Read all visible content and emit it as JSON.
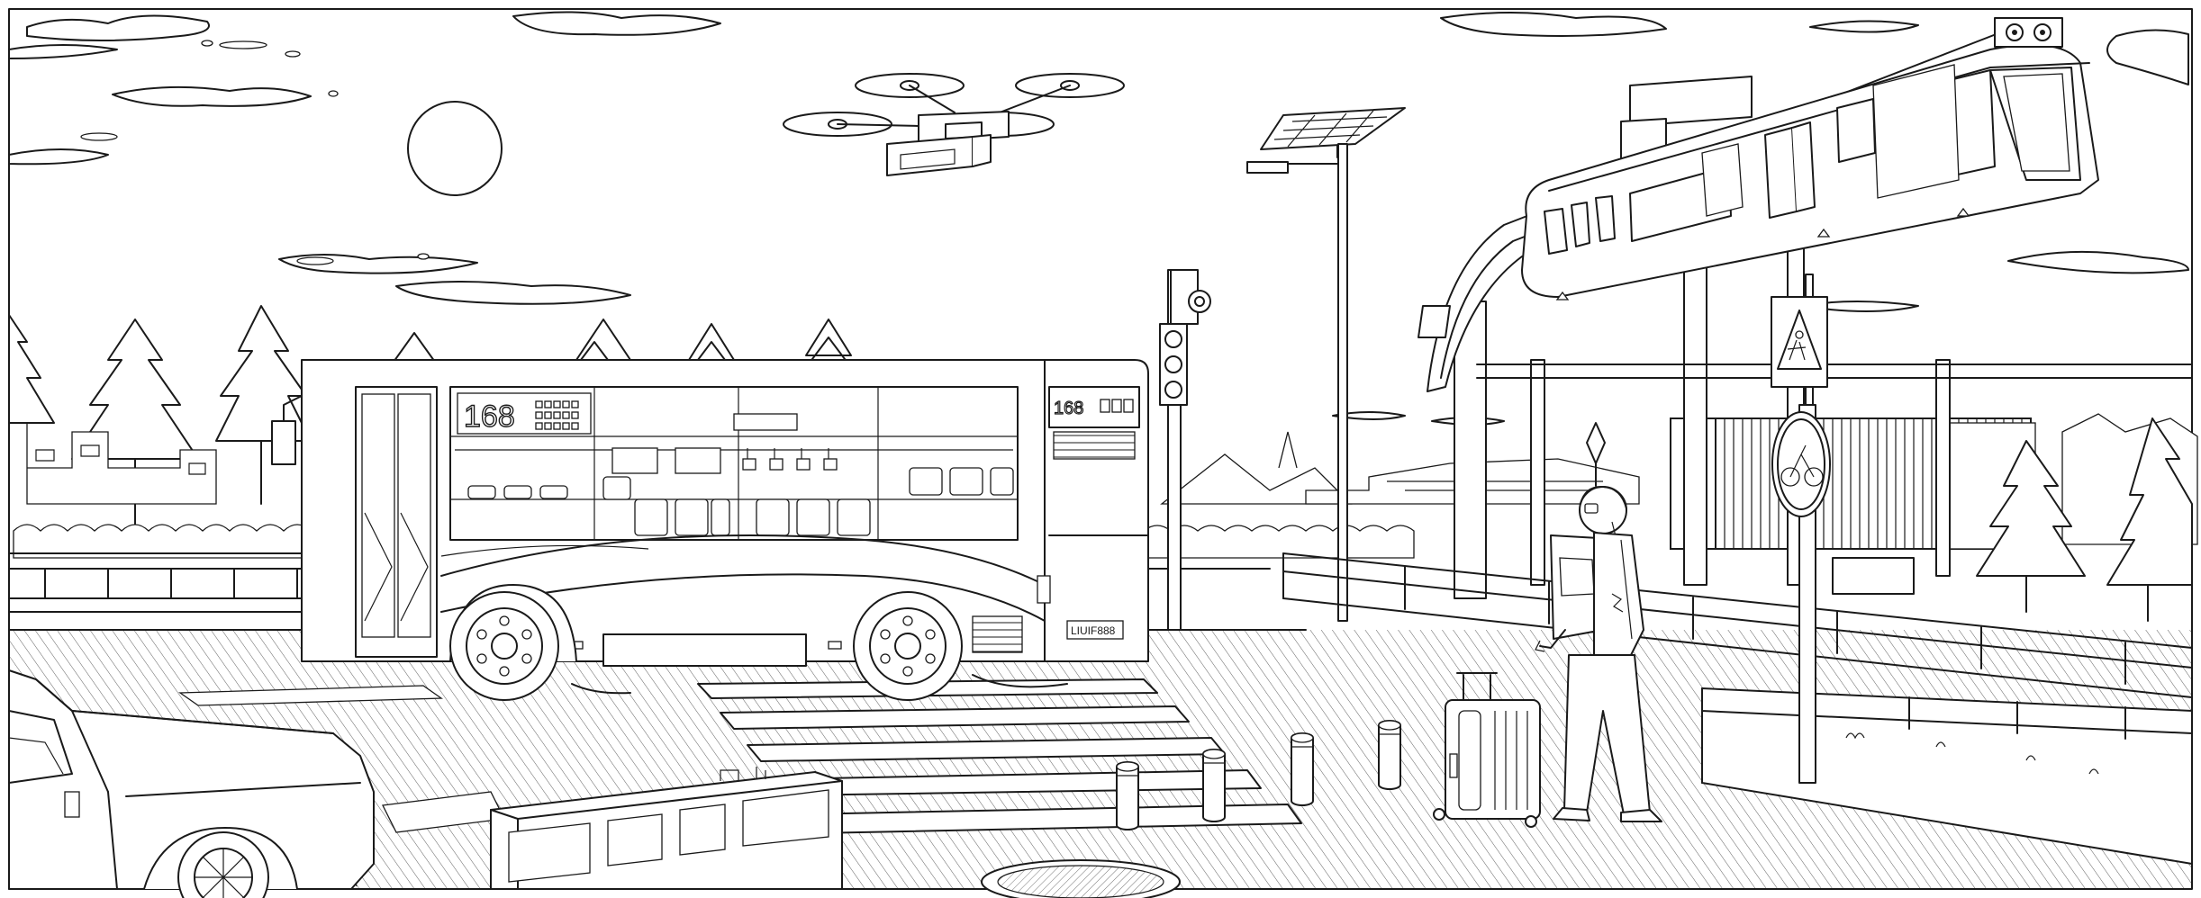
{
  "scene": {
    "style": "black-and-white line-art illustration",
    "colors": {
      "line": "#1a1a1a",
      "background": "#ffffff"
    }
  },
  "bus": {
    "route_number": "168",
    "front_route_number": "168",
    "license_plate": "LIUIF888"
  }
}
